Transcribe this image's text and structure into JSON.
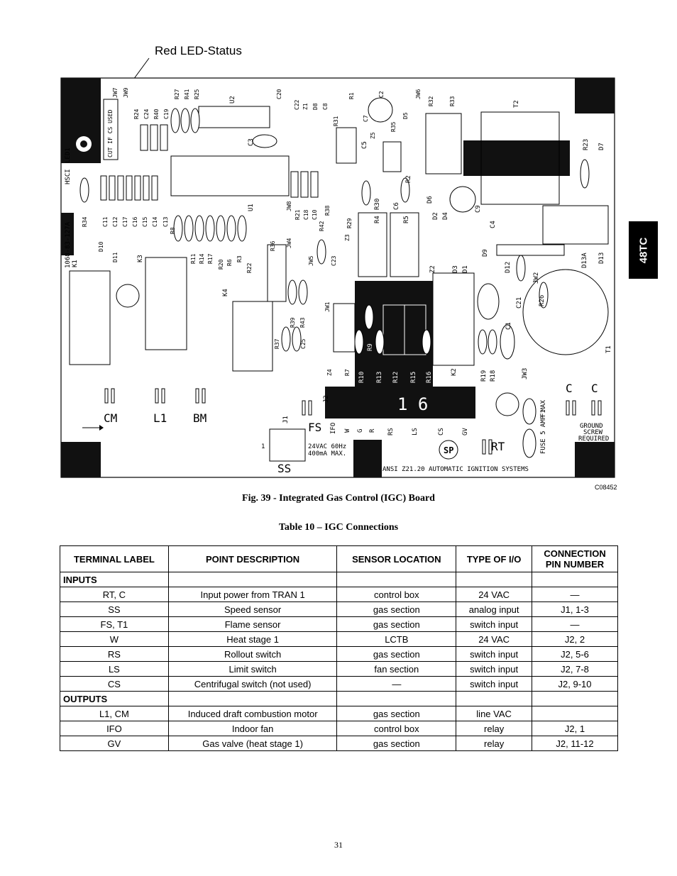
{
  "callout": {
    "led_label": "Red LED-Status"
  },
  "side_tab": {
    "label": "48TC"
  },
  "figure": {
    "code": "C08452",
    "caption": "Fig. 39 - Integrated Gas Control (IGC) Board",
    "board_markings": {
      "part_number": "1068-83-127A",
      "hsci": "HSCI",
      "led1": "LED1",
      "ratings": "24VAC 60Hz",
      "ratings2": "400mA MAX.",
      "ansi": "ANSI Z21.20 AUTOMATIC IGNITION SYSTEMS",
      "fuse": "FUSE 5 AMP MAX",
      "f1": "F1",
      "ground": "GROUND",
      "screw": "SCREW",
      "required": "REQUIRED",
      "terminal_cm": "CM",
      "terminal_l1": "L1",
      "terminal_bm": "BM",
      "terminal_fs": "FS",
      "terminal_ss": "SS",
      "terminal_rt": "RT",
      "terminal_c1": "C",
      "terminal_c2": "C",
      "connector_j1": "J1",
      "connector_j2": "J2",
      "conn_pin1": "1",
      "conn_pin6": "1 6",
      "relay_k1": "K1",
      "relay_k2": "K2",
      "relay_k3": "K3",
      "relay_k4": "K4",
      "transformer_t1": "T1",
      "transformer_t2": "T2",
      "chip_u1": "U1",
      "chip_u2": "U2",
      "pin_labels": [
        "IFO",
        "W",
        "G",
        "R",
        "RS",
        "LS",
        "CS",
        "GV"
      ],
      "jumper_label": "CUT IF CS USED",
      "top_refs": [
        "JW7",
        "JW9",
        "R24",
        "C24",
        "R40",
        "C19",
        "R27",
        "R41",
        "R25",
        "C20",
        "C22",
        "Z1",
        "D8",
        "C8",
        "R31",
        "R1",
        "C2",
        "C7",
        "Z5",
        "R35",
        "D5",
        "JW6",
        "R32",
        "R33"
      ],
      "left_refs": [
        "R34",
        "C11",
        "C12",
        "C17",
        "C16",
        "C15",
        "C14",
        "C13",
        "D10",
        "D11",
        "R8",
        "R11",
        "R14",
        "R17",
        "R20",
        "R6",
        "R3",
        "R22",
        "R36",
        "JW8",
        "R21",
        "C18",
        "C10",
        "R38",
        "R42",
        "JW4",
        "JW5",
        "R29",
        "Z3",
        "C23",
        "JW1",
        "R39",
        "R43",
        "R37",
        "C25",
        "Z4",
        "R7"
      ],
      "mid_refs": [
        "R10",
        "R13",
        "R12",
        "R15",
        "R16",
        "R9",
        "R30",
        "R4",
        "C6",
        "R5",
        "R2",
        "D6",
        "D2",
        "D4",
        "D3",
        "D1",
        "Z2",
        "C9",
        "D9",
        "C4",
        "D12",
        "JW2",
        "R26",
        "C21",
        "C1",
        "R19",
        "R18",
        "JW3",
        "R23",
        "D7",
        "D13A",
        "D13",
        "C3",
        "C5"
      ]
    }
  },
  "table": {
    "title": "Table 10 – IGC Connections",
    "headers": [
      "TERMINAL LABEL",
      "POINT DESCRIPTION",
      "SENSOR LOCATION",
      "TYPE OF I/O",
      "CONNECTION PIN NUMBER"
    ],
    "sections": [
      {
        "name": "INPUTS",
        "rows": [
          [
            "RT, C",
            "Input power from TRAN 1",
            "control box",
            "24 VAC",
            "—"
          ],
          [
            "SS",
            "Speed sensor",
            "gas section",
            "analog input",
            "J1, 1-3"
          ],
          [
            "FS, T1",
            "Flame sensor",
            "gas section",
            "switch input",
            "—"
          ],
          [
            "W",
            "Heat stage 1",
            "LCTB",
            "24 VAC",
            "J2, 2"
          ],
          [
            "RS",
            "Rollout switch",
            "gas section",
            "switch input",
            "J2, 5-6"
          ],
          [
            "LS",
            "Limit switch",
            "fan section",
            "switch input",
            "J2, 7-8"
          ],
          [
            "CS",
            "Centrifugal switch (not used)",
            "—",
            "switch input",
            "J2, 9-10"
          ]
        ]
      },
      {
        "name": "OUTPUTS",
        "rows": [
          [
            "L1, CM",
            "Induced draft combustion motor",
            "gas section",
            "line VAC",
            ""
          ],
          [
            "IFO",
            "Indoor fan",
            "control box",
            "relay",
            "J2, 1"
          ],
          [
            "GV",
            "Gas valve (heat stage 1)",
            "gas section",
            "relay",
            "J2, 11-12"
          ]
        ]
      }
    ]
  },
  "page_number": "31"
}
